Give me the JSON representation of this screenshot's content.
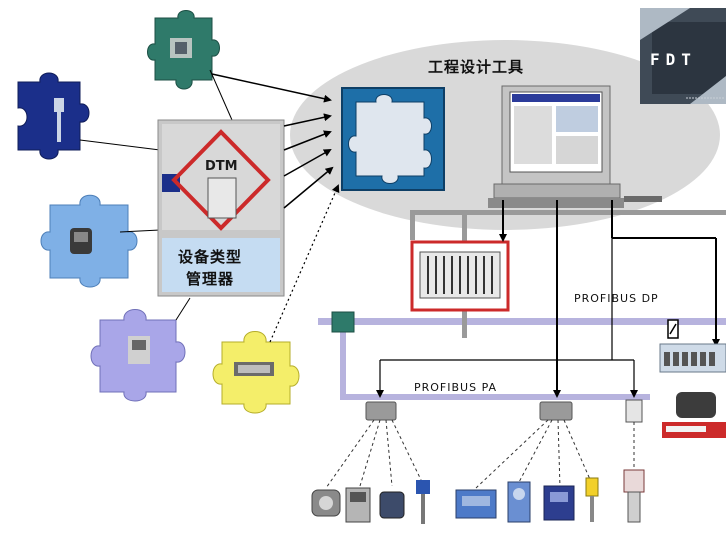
{
  "labels": {
    "engineering_tool": "工程设计工具",
    "device_type_manager_line1": "设备类型",
    "device_type_manager_line2": "管理器",
    "dtm": "DTM",
    "fdt": "FDT",
    "profibus_dp": "PROFIBUS DP",
    "profibus_pa": "PROFIBUS PA"
  },
  "colors": {
    "bus_line": "#b7b3de",
    "ellipse": "#d9d9d9",
    "frame_blue": "#1e6fa8",
    "puzzle_teal": "#2f7a6a",
    "puzzle_navy": "#1b2f8a",
    "puzzle_lightblue": "#7fb0e6",
    "puzzle_lavender": "#a9a6e8",
    "puzzle_yellow": "#f4ee6a",
    "dtm_red": "#cc2a2a"
  }
}
